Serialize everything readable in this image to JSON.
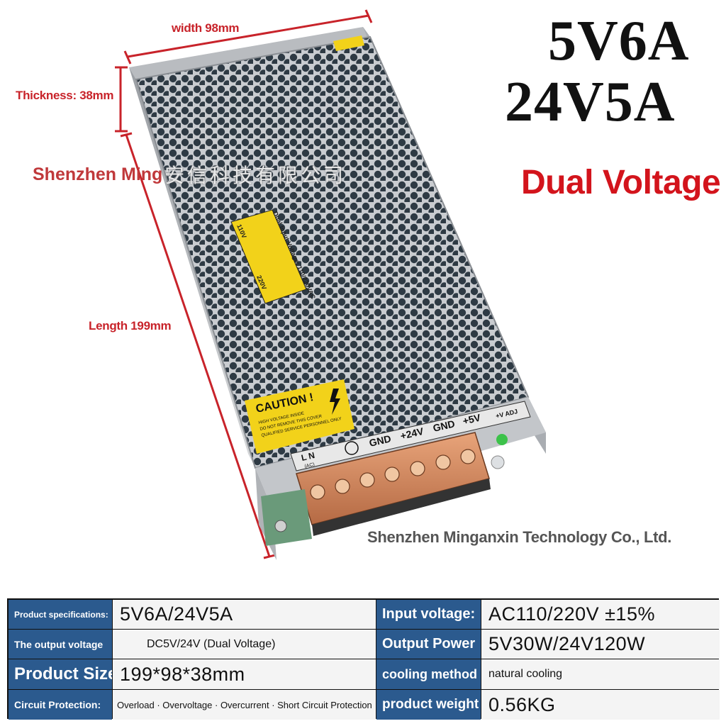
{
  "dimensions": {
    "width": "width 98mm",
    "thickness": "Thickness: 38mm",
    "length": "Length 199mm"
  },
  "watermark": {
    "latin": "Shenzhen Ming",
    "cjk": "安信科技有限公司"
  },
  "headline": {
    "line1": "5V6A",
    "line2": "24V5A",
    "tagline": "Dual Voltage"
  },
  "product_labels": {
    "caution": "CAUTION !",
    "caution_small": [
      "HIGH VOLTAGE INSIDE",
      "DO NOT REMOVE THIS COVER",
      "QUALIFIED SERVICE PERSONNEL ONLY"
    ],
    "input_label": "Dual Input Voltage: 110/220VAC",
    "v110": "110V",
    "v220": "220V",
    "terminals": [
      "GND",
      "+24V",
      "GND",
      "+5V"
    ],
    "ln": "L N",
    "ac": "(AC)",
    "adj": "+V ADJ"
  },
  "company": "Shenzhen Minganxin Technology Co., Ltd.",
  "specs": [
    {
      "label": "Product specifications:",
      "value": "5V6A/24V5A",
      "label2": "Input voltage:",
      "value2": "AC110/220V ±15%"
    },
    {
      "label": "The output voltage",
      "value": "DC5V/24V (Dual Voltage)",
      "label2": "Output Power",
      "value2": "5V30W/24V120W"
    },
    {
      "label": "Product Size",
      "value": "199*98*38mm",
      "label2": "cooling method",
      "value2": "natural cooling"
    },
    {
      "label": "Circuit Protection:",
      "value": "Overload · Overvoltage · Overcurrent · Short Circuit Protection",
      "label2": "product weight",
      "value2": "0.56KG"
    }
  ],
  "colors": {
    "accent_red": "#d3141c",
    "label_blue": "#2b5a8e",
    "caution_yellow": "#f2d21a"
  }
}
